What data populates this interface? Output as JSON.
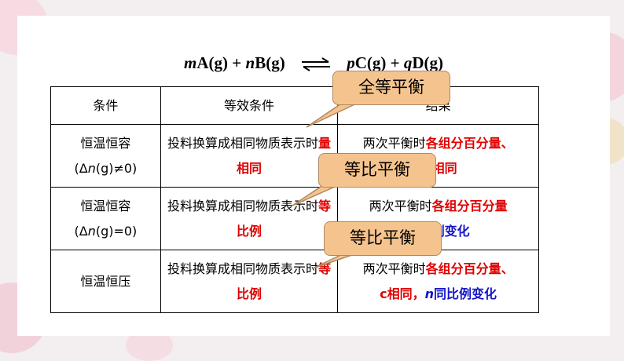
{
  "equation": {
    "m": "m",
    "a": "A(g) + ",
    "n": "n",
    "b": "B(g)",
    "p": "p",
    "c": "C(g) + ",
    "q": "q",
    "d": "D(g)"
  },
  "table": {
    "headers": [
      "条件",
      "等效条件",
      "结果"
    ],
    "rows": [
      {
        "cond1": "恒温恒容",
        "cond2_pre": "(Δ",
        "cond2_var": "n",
        "cond2_post": "(g)≠0)",
        "equiv_text": "投料换算成相同物质表示时",
        "equiv_red": "量相同",
        "result_pre": "两次平衡时",
        "result_red": "各组分百分量、",
        "result_tail": "均相同"
      },
      {
        "cond1": "恒温恒容",
        "cond2_pre": "(Δ",
        "cond2_var": "n",
        "cond2_post": "(g)=0)",
        "equiv_text": "投料换算成相同物质表示时",
        "equiv_red": "等比例",
        "result_pre": "两次平衡时",
        "result_red": "各组分百分量",
        "result_blue": "同比例变化"
      },
      {
        "cond1": "恒温恒压",
        "equiv_text": "投料换算成相同物质表示时",
        "equiv_red": "等比例",
        "result_pre": "两次平衡时",
        "result_red": "各组分百分量、",
        "result_c": "c相同，",
        "result_n": "n",
        "result_blue": "同比例变化"
      }
    ]
  },
  "callouts": [
    "全等平衡",
    "等比平衡",
    "等比平衡"
  ],
  "colors": {
    "callout_fill": "#f5c48e",
    "red": "#e00000",
    "blue": "#1414c8"
  }
}
